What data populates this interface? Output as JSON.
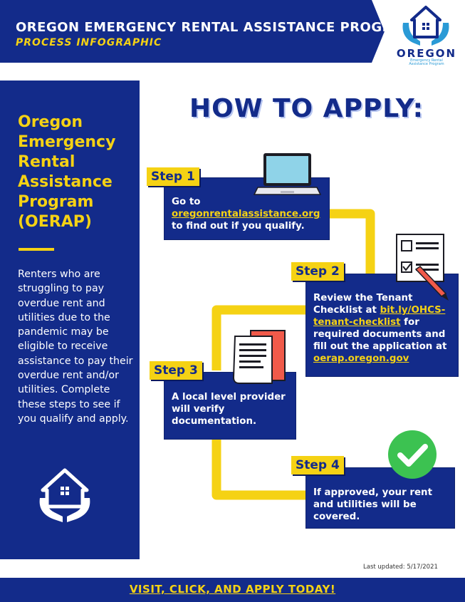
{
  "header": {
    "title": "OREGON EMERGENCY RENTAL ASSISTANCE PROGRAM",
    "subtitle": "PROCESS INFOGRAPHIC",
    "logo_word": "OREGON",
    "logo_tagline": "Emergency Rental Assistance Program"
  },
  "sidebar": {
    "title": "Oregon Emergency Rental Assistance Program (OERAP)",
    "body": "Renters who are struggling to pay overdue rent and utilities due to the pandemic may be eligible to receive assistance to pay their overdue rent and/or utilities. Complete these steps to see if you qualify and apply.",
    "icon": "house-hands-icon"
  },
  "main": {
    "heading": "HOW TO APPLY:"
  },
  "steps": [
    {
      "label": "Step 1",
      "text_before": "Go to",
      "link": "oregonrentalassistance.org",
      "text_after": "to find out if you qualify.",
      "icon": "laptop-icon"
    },
    {
      "label": "Step 2",
      "text_before": "Review the Tenant Checklist at",
      "link": "bit.ly/OHCS-tenant-checklist",
      "text_mid": "for required documents and fill out the application at",
      "link2": "oerap.oregon.gov",
      "icon": "checklist-icon"
    },
    {
      "label": "Step 3",
      "text": "A local level provider will verify documentation.",
      "icon": "documents-icon"
    },
    {
      "label": "Step 4",
      "text": "If approved, your rent and utilities will be covered.",
      "icon": "checkmark-icon"
    }
  ],
  "colors": {
    "navy": "#132b8a",
    "yellow": "#f5d214",
    "light_blue": "#2a9ad6",
    "green": "#3cc251",
    "red": "#f05a4a"
  },
  "last_updated": "Last updated: 5/17/2021",
  "footer": {
    "cta": "VISIT, CLICK, AND APPLY TODAY!"
  }
}
